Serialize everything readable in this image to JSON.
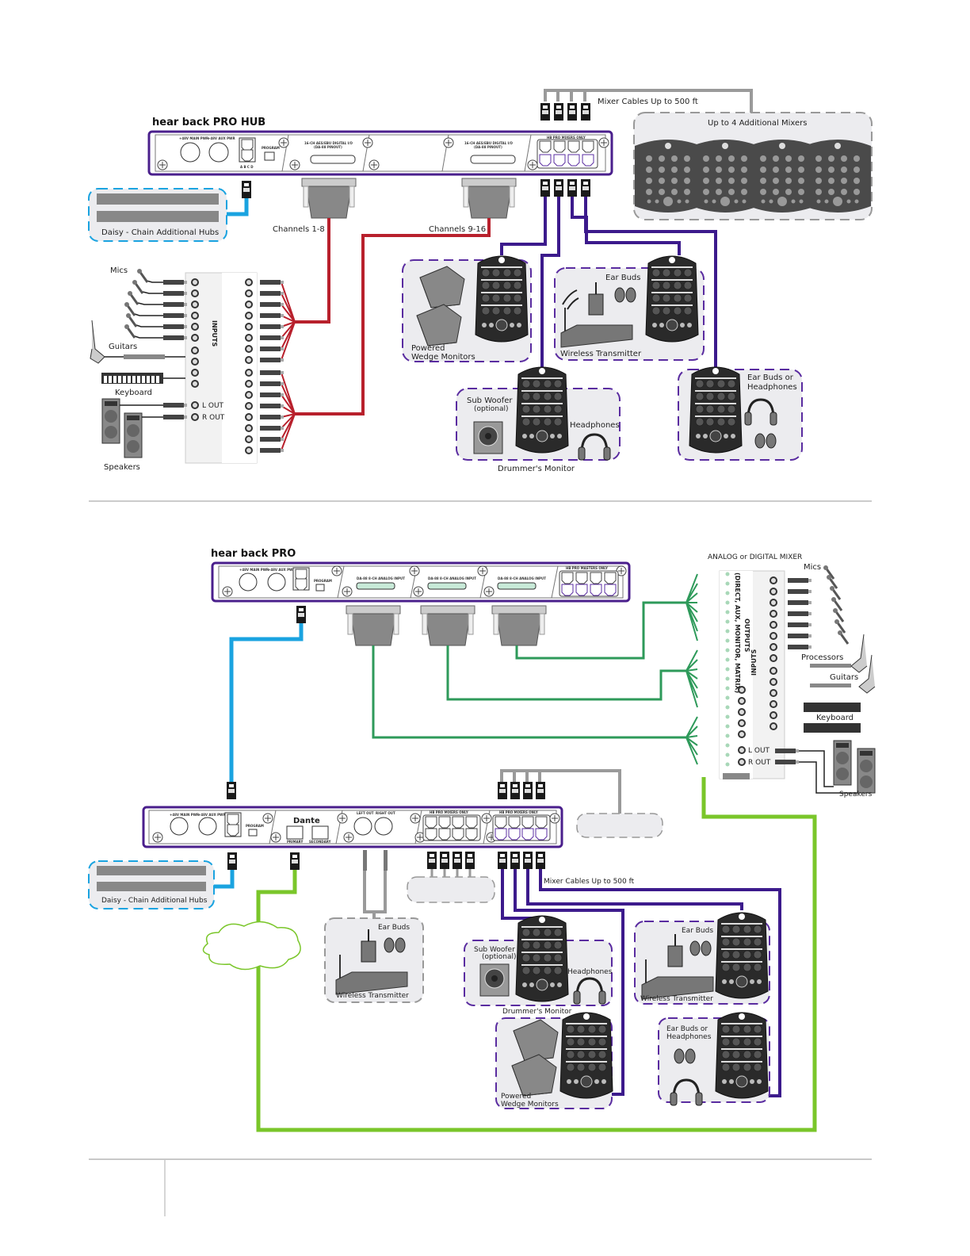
{
  "colors": {
    "mixer_cable": "#3c1a8c",
    "analog_snake": "#b8202c",
    "analog_out": "#2e9a5a",
    "daisy_chain": "#1aa3e0",
    "dante_network": "#7ac62a",
    "gray_cable": "#9a9a9a",
    "hub_border": "#4a1f8c",
    "box_fill": "#ececef"
  },
  "diagram1": {
    "hub": {
      "brand": "hear back",
      "brand_pro": "PRO",
      "suffix": "HUB",
      "power_main_label": "+48V MAIN PWR",
      "power_aux_label": "+48V AUX PWR",
      "program_label": "PROGRAM",
      "abcd_label": "A B C D",
      "digital_io_label_1": "16-CH AES/EBU DIGITAL I/O",
      "digital_io_pinout_1": "(DA-88 PINOUT)",
      "digital_io_label_2": "16-CH AES/EBU DIGITAL I/O",
      "digital_io_pinout_2": "(DA-88 PINOUT)",
      "mixer_ports_label": "HB PRO MIXERS ONLY"
    },
    "mixer_cables_label": "Mixer Cables Up to 500 ft",
    "additional_mixers_label": "Up to 4 Additional Mixers",
    "daisy_chain_label": "Daisy - Chain Additional Hubs",
    "channels_1_label": "Channels 1-8",
    "channels_2_label": "Channels 9-16",
    "console": {
      "inputs_label": "INPUTS",
      "l_out": "L OUT",
      "r_out": "R OUT"
    },
    "sources": {
      "mics": "Mics",
      "guitars": "Guitars",
      "keyboard": "Keyboard",
      "speakers": "Speakers"
    },
    "stations": [
      {
        "label": "Powered\nWedge Monitors",
        "line1": "Powered",
        "line2": "Wedge Monitors"
      },
      {
        "label": "Ear Buds",
        "sub": "Wireless Transmitter"
      },
      {
        "label": "Sub Woofer",
        "sub": "(optional)",
        "headphones": "Headphones",
        "caption": "Drummer's Monitor"
      },
      {
        "line1": "Ear Buds or",
        "line2": "Headphones"
      }
    ]
  },
  "diagram2": {
    "hub_top": {
      "brand": "hear back",
      "brand_pro": "PRO",
      "power_main_label": "+48V MAIN PWR",
      "power_aux_label": "+48V AUX PWR",
      "program_label": "PROGRAM",
      "analog_input_label": "DA-88 8-CH ANALOG INPUT",
      "mixer_ports_label": "HB PRO MASTERS ONLY"
    },
    "mixer": {
      "title": "ANALOG or DIGITAL MIXER",
      "outputs_label": "OUTPUTS",
      "outputs_sub": "(DIRECT, AUX, MONITOR, MATRIX)",
      "inputs_label": "INPUTS",
      "l_out": "L OUT",
      "r_out": "R OUT",
      "mics": "Mics",
      "processors": "Processors",
      "guitars": "Guitars",
      "keyboard": "Keyboard",
      "speakers": "Speakers"
    },
    "hub_bottom": {
      "power_main_label": "+48V MAIN PWR",
      "power_aux_label": "+48V AUX PWR",
      "program_label": "PROGRAM",
      "dante_label": "Dante",
      "primary_label": "PRIMARY",
      "secondary_label": "SECONDARY",
      "left_out": "LEFT OUT",
      "right_out": "RIGHT OUT",
      "mixer_ports_label_1": "HB PRO MIXERS ONLY",
      "mixer_ports_label_2": "HB PRO MIXERS ONLY"
    },
    "daisy_chain_label": "Daisy - Chain Additional Hubs",
    "mixer_cables_label": "Mixer Cables Up to 500 ft",
    "wireless_box": {
      "ear_buds": "Ear Buds",
      "sub": "Wireless Transmitter"
    },
    "stations": [
      {
        "label": "Sub Woofer",
        "sub": "(optional)",
        "headphones": "Headphones",
        "caption": "Drummer's Monitor"
      },
      {
        "label": "Ear Buds",
        "sub": "Wireless Transmitter"
      },
      {
        "line1": "Powered",
        "line2": "Wedge Monitors"
      },
      {
        "line1": "Ear Buds or",
        "line2": "Headphones"
      }
    ]
  }
}
